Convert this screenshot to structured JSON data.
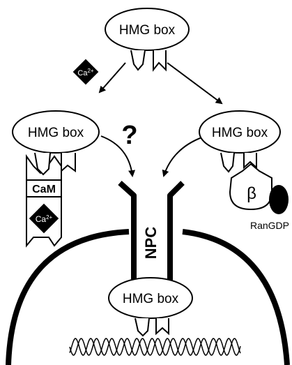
{
  "labels": {
    "hmg_top": "HMG box",
    "hmg_left": "HMG box",
    "hmg_right": "HMG box",
    "hmg_nucleus": "HMG box",
    "question": "?",
    "calcium_1": "Ca2+",
    "calcium_2": "Ca2+",
    "calmodulin": "CaM",
    "npc": "NPC",
    "importin_beta": "β",
    "ran": "RanGDP"
  },
  "colors": {
    "stroke": "#000000",
    "fill": "#ffffff",
    "dark": "#000000"
  }
}
